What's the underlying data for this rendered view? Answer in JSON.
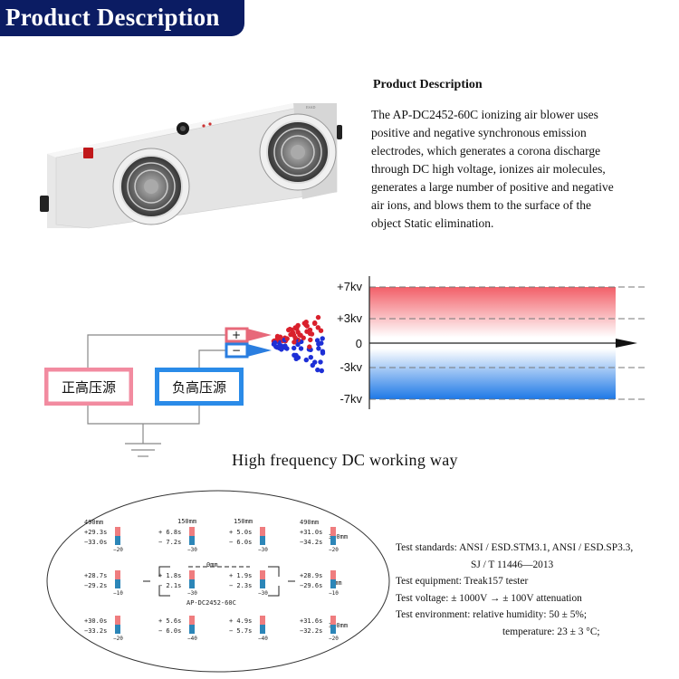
{
  "banner": {
    "title": "Product Description"
  },
  "description": {
    "heading": "Product Description",
    "lines": [
      "The AP-DC2452-60C ionizing air blower uses",
      "positive and negative synchronous emission",
      "electrodes, which generates a corona discharge",
      "through DC high voltage, ionizes air molecules,",
      "generates a large number of positive and negative",
      "air ions, and blows them to the surface of the",
      "object Static elimination."
    ]
  },
  "product": {
    "label": "ESAD"
  },
  "circuit": {
    "positive_source": "正高压源",
    "negative_source": "负高压源",
    "plus_sign": "+",
    "minus_sign": "−"
  },
  "voltage_chart": {
    "levels": [
      "+7kv",
      "+3kv",
      "0",
      "-3kv",
      "-7kv"
    ],
    "colors": {
      "positive": "#f26b72",
      "negative": "#1e78e6",
      "zero": "#ffffff"
    }
  },
  "section_title": "High frequency DC working way",
  "test_diagram": {
    "distance_labels": {
      "top": [
        "490mm",
        "150mm",
        "150mm",
        "490mm"
      ],
      "center": "0mm",
      "right_top": "300mm",
      "right_mid": "0mm",
      "right_bottom": "300mm"
    },
    "device_label": "AP-DC2452-60C",
    "cells": [
      {
        "top": "+29.3s",
        "bottom": "−33.0s",
        "v": "−20"
      },
      {
        "top": "+ 6.8s",
        "bottom": "− 7.2s",
        "v": "−30"
      },
      {
        "top": "+ 5.0s",
        "bottom": "− 6.0s",
        "v": "−30"
      },
      {
        "top": "+31.0s",
        "bottom": "−34.2s",
        "v": "−20"
      },
      {
        "top": "+28.7s",
        "bottom": "−29.2s",
        "v": "−10"
      },
      {
        "top": "+ 1.8s",
        "bottom": "− 2.1s",
        "v": "−30"
      },
      {
        "top": "+ 1.9s",
        "bottom": "− 2.3s",
        "v": "−30"
      },
      {
        "top": "+28.9s",
        "bottom": "−29.6s",
        "v": "−10"
      },
      {
        "top": "+30.0s",
        "bottom": "−33.2s",
        "v": "−20"
      },
      {
        "top": "+ 5.6s",
        "bottom": "− 6.0s",
        "v": "−40"
      },
      {
        "top": "+ 4.9s",
        "bottom": "− 5.7s",
        "v": "−40"
      },
      {
        "top": "+31.6s",
        "bottom": "−32.2s",
        "v": "−20"
      }
    ]
  },
  "test_info": {
    "standards_1": "Test standards: ANSI / ESD.STM3.1, ANSI / ESD.SP3.3,",
    "standards_2": "SJ / T 11446—2013",
    "equipment": "Test equipment: Treak157 tester",
    "voltage": "Test voltage: ± 1000V → ± 100V attenuation",
    "environment": "Test environment: relative humidity: 50 ± 5%;",
    "temperature": "temperature: 23 ± 3 °C;"
  }
}
